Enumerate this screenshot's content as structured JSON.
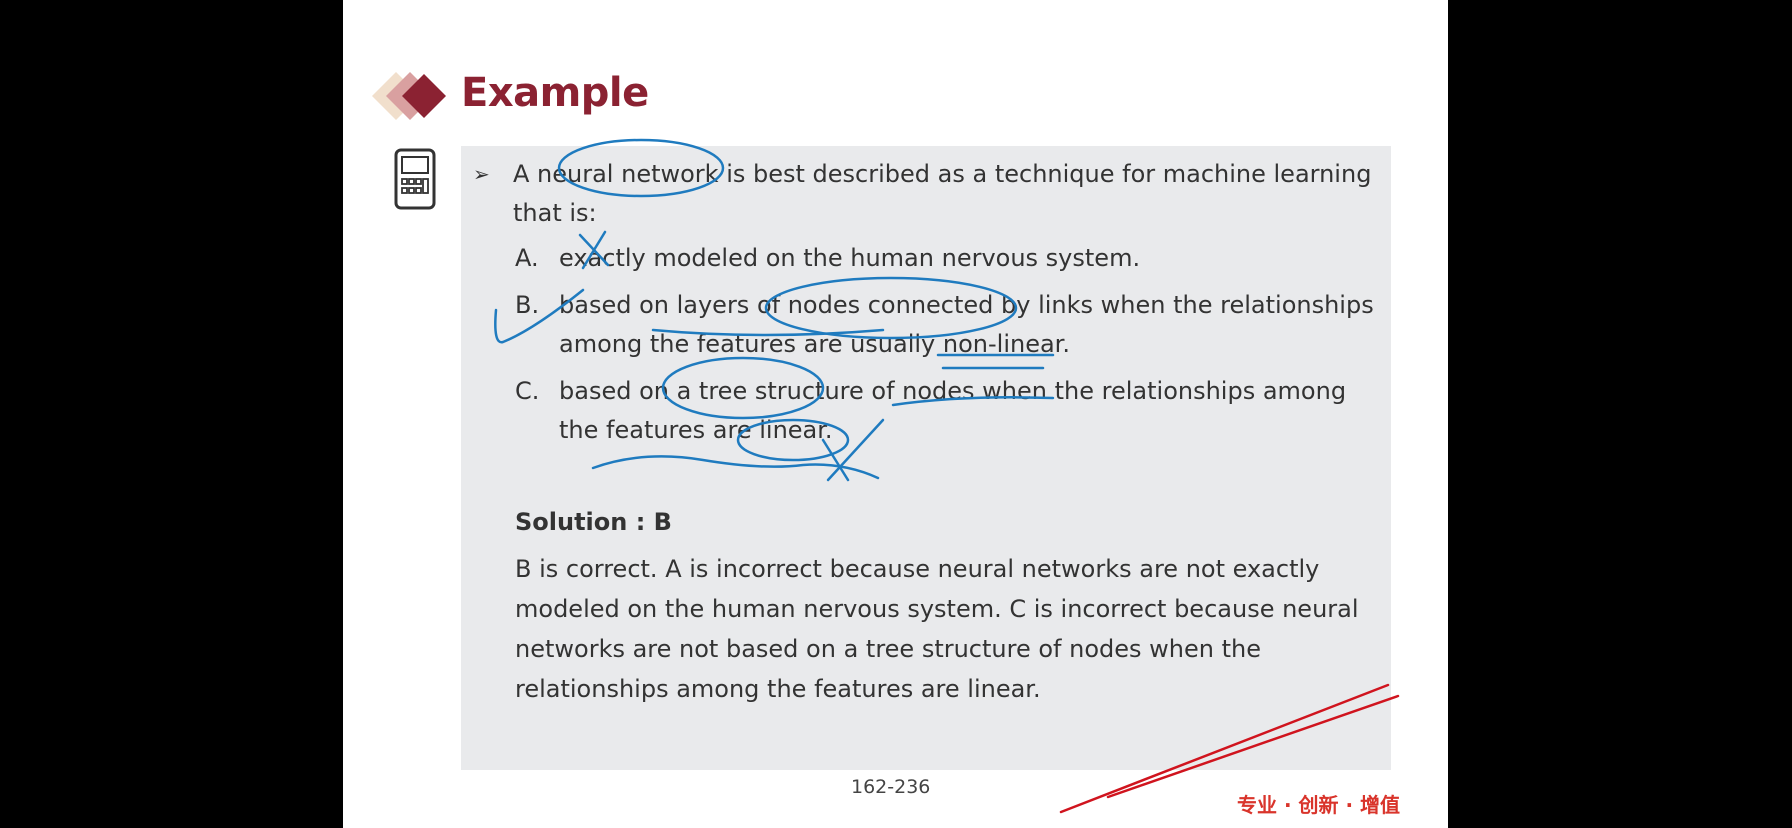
{
  "slide": {
    "title": "Example",
    "question": {
      "bullet": "➢",
      "line1": "A neural network is best described as a technique for machine learning",
      "line2": "that is:",
      "options": [
        {
          "label": "A.",
          "line1": "exactly modeled on the human nervous system.",
          "line2": ""
        },
        {
          "label": "B.",
          "line1": "based on layers of nodes connected by links when the relationships",
          "line2": "among the features are usually non-linear."
        },
        {
          "label": "C.",
          "line1": "based on a tree structure of nodes when the relationships among",
          "line2": "the features are linear."
        }
      ]
    },
    "solution_heading": "Solution : B",
    "explanation": [
      "B is correct. A is incorrect because neural networks are not exactly",
      "modeled on the human nervous system. C is incorrect because neural",
      "networks are not based on a tree structure of nodes when the",
      "relationships among the features are linear."
    ],
    "page_number": "162-236",
    "footer_slogan": "专业 · 创新 · 增值"
  },
  "colors": {
    "title": "#8b2232",
    "annotation_blue": "#1f7bbf",
    "annotation_red": "#d0141e"
  }
}
